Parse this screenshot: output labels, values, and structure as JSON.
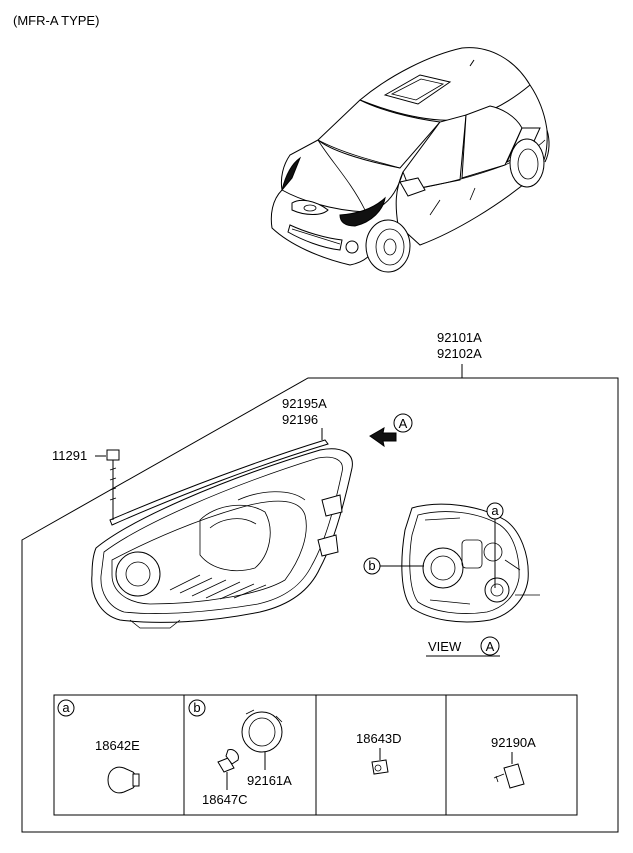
{
  "header": {
    "title": "(MFR-A TYPE)"
  },
  "assembly": {
    "part_no_lh": "92101A",
    "part_no_rh": "92102A"
  },
  "parts": {
    "gasket_1": "92195A",
    "gasket_2": "92196",
    "screw": "11291"
  },
  "view": {
    "marker": "A",
    "label": "VIEW",
    "callout_a": "a",
    "callout_b": "b"
  },
  "table": {
    "cells": [
      {
        "key": "a",
        "parts": [
          "18642E"
        ]
      },
      {
        "key": "b",
        "parts": [
          "92161A",
          "18647C"
        ]
      },
      {
        "key": "",
        "parts": [
          "18643D"
        ]
      },
      {
        "key": "",
        "parts": [
          "92190A"
        ]
      }
    ]
  }
}
